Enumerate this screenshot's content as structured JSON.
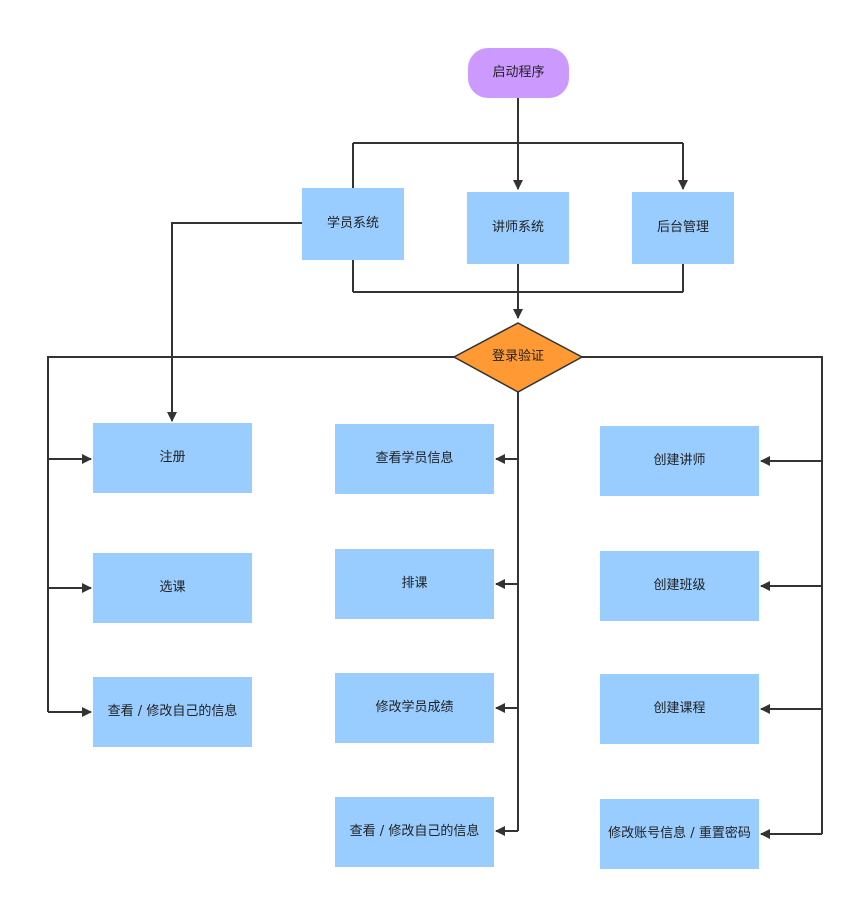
{
  "colors": {
    "box": "#99ccff",
    "start": "#cc99ff",
    "decision": "#ff9933",
    "line": "#333333",
    "background": "#ffffff"
  },
  "nodes": {
    "start": "启动程序",
    "student_system": "学员系统",
    "teacher_system": "讲师系统",
    "admin_system": "后台管理",
    "login": "登录验证",
    "register": "注册",
    "select_course": "选课",
    "student_view_edit": "查看 / 修改自己的信息",
    "view_student_info": "查看学员信息",
    "schedule_course": "排课",
    "edit_grades": "修改学员成绩",
    "teacher_view_edit": "查看 / 修改自己的信息",
    "create_teacher": "创建讲师",
    "create_class": "创建班级",
    "create_course": "创建课程",
    "edit_account": "修改账号信息 / 重置密码"
  }
}
